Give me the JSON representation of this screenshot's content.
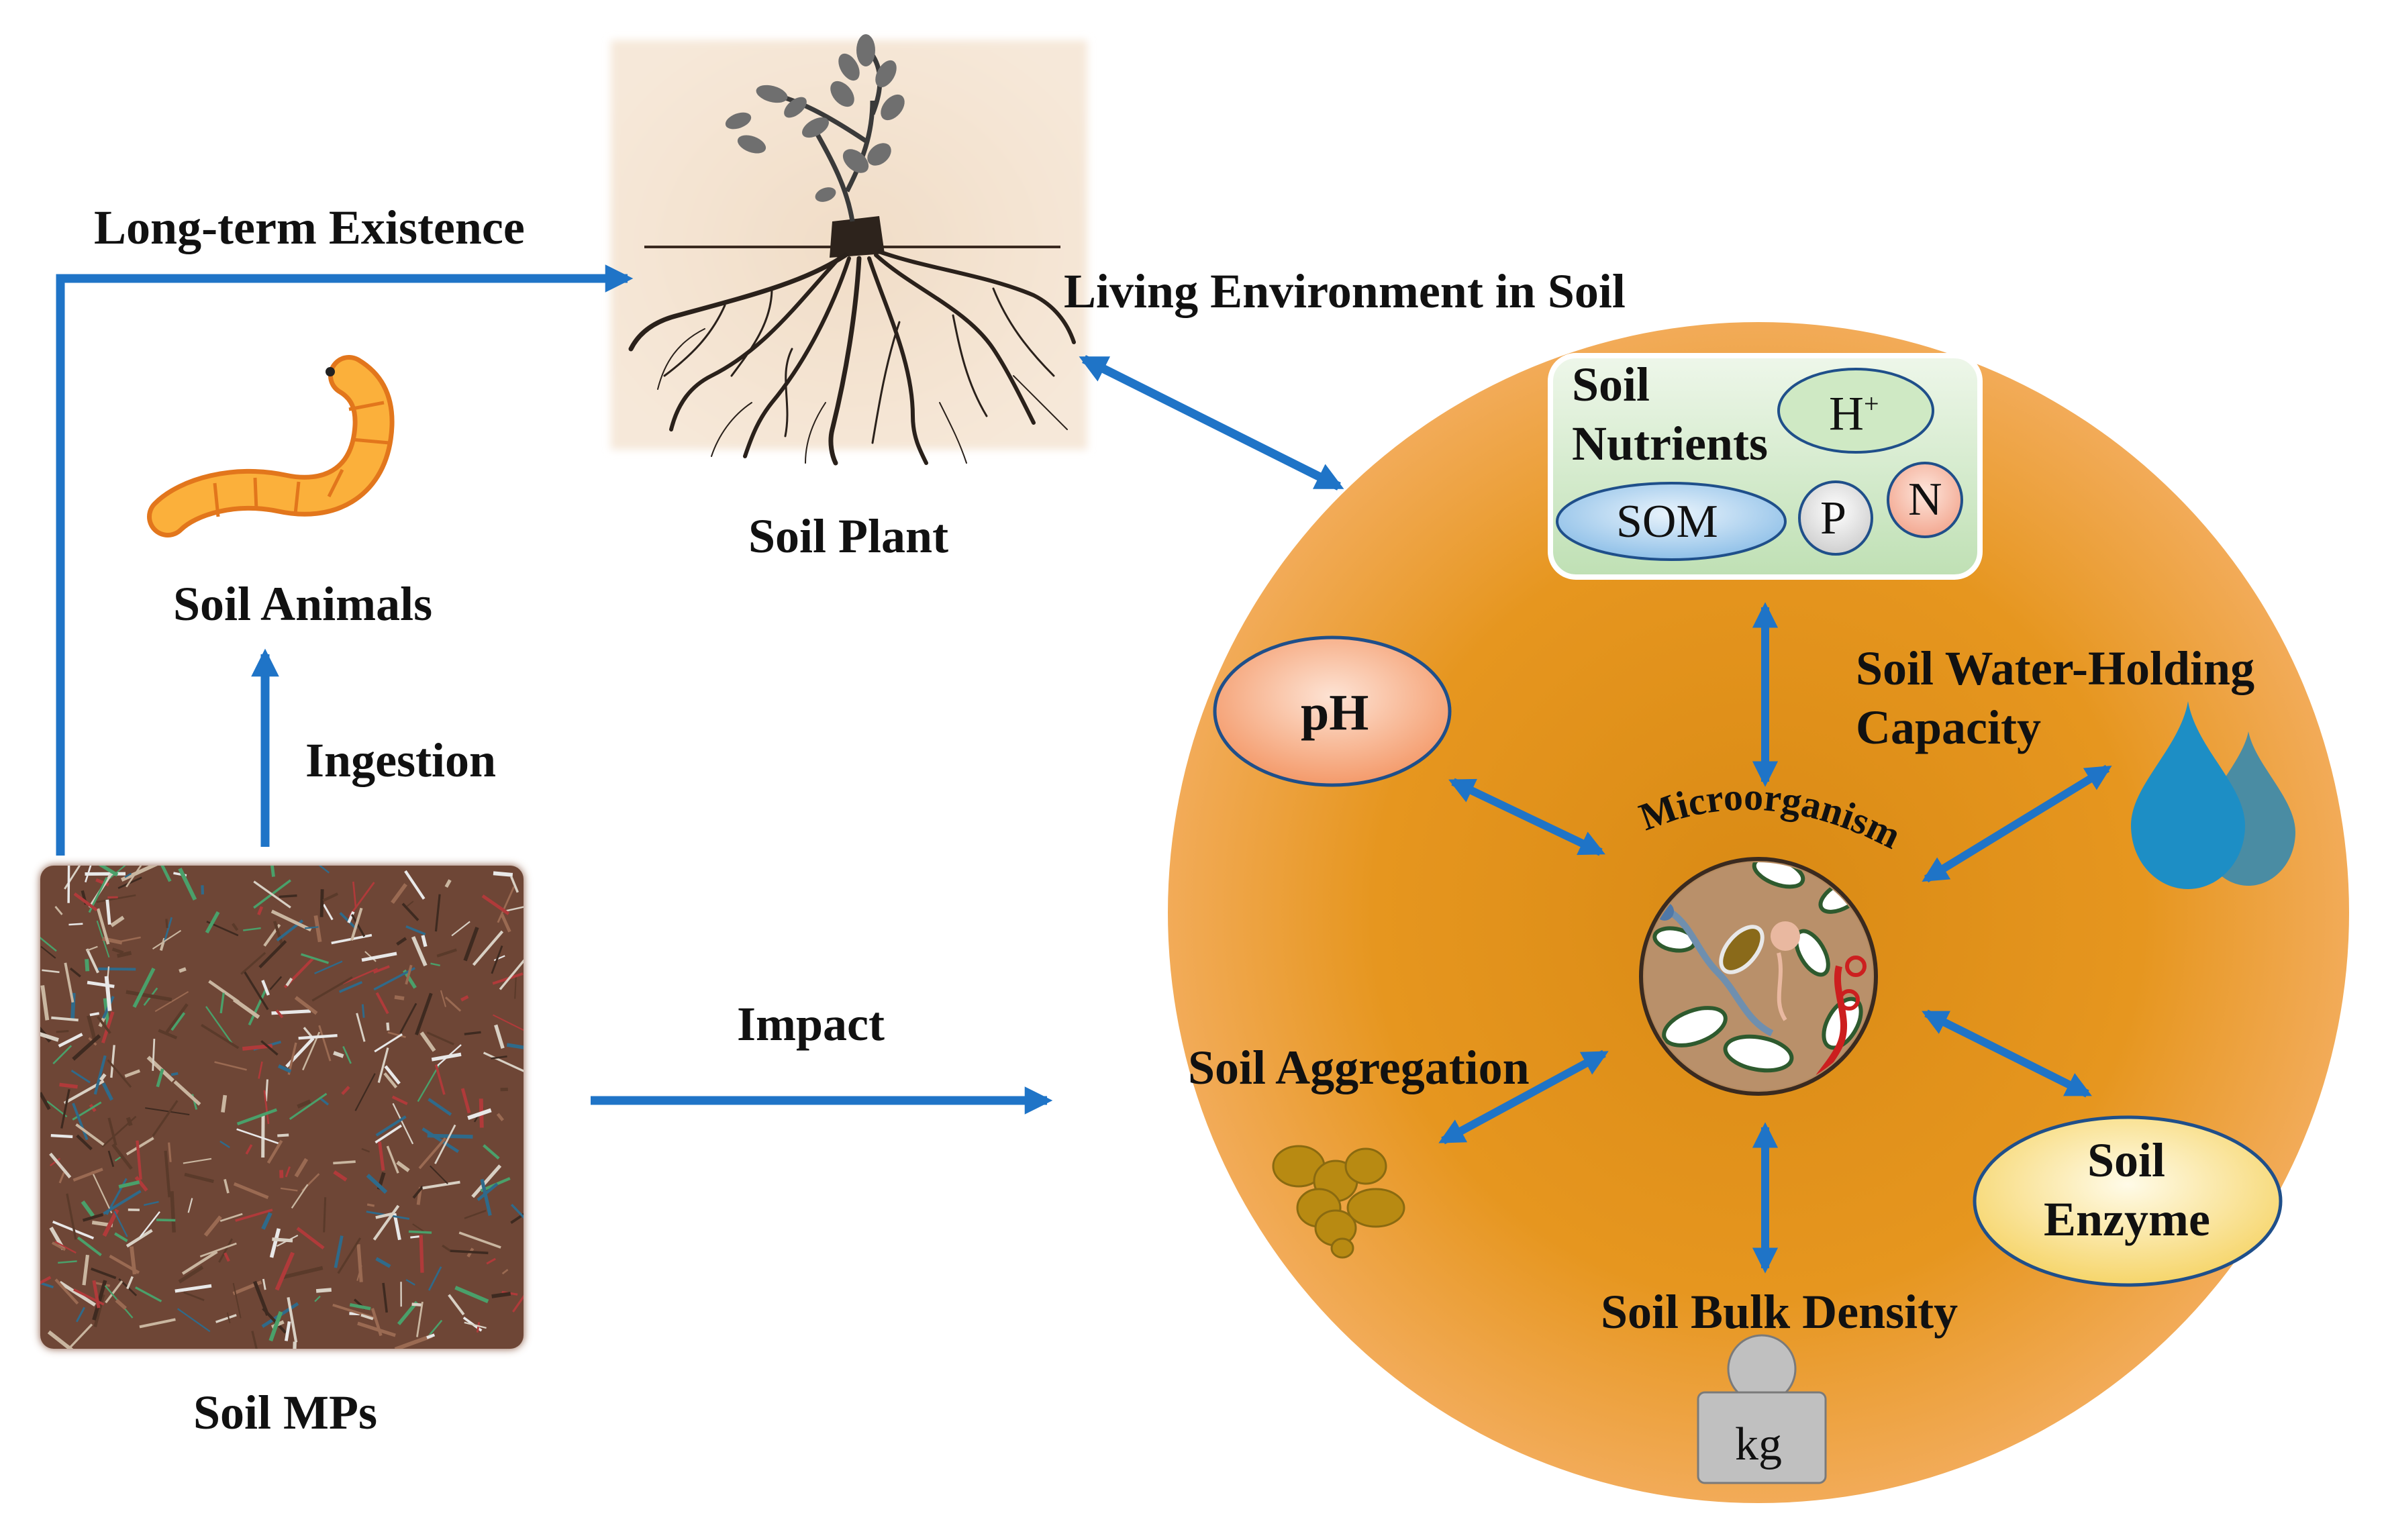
{
  "labels": {
    "long_term": "Long-term Existence",
    "soil_plant": "Soil Plant",
    "living_env": "Living Environment in Soil",
    "soil_animals": "Soil Animals",
    "ingestion": "Ingestion",
    "soil_mps": "Soil MPs",
    "impact": "Impact"
  },
  "circle": {
    "nutrients_line1": "Soil",
    "nutrients_line2": "Nutrients",
    "h_plus_base": "H",
    "h_plus_sup": "+",
    "som": "SOM",
    "p": "P",
    "n": "N",
    "ph": "pH",
    "water_line1": "Soil Water-Holding",
    "water_line2": "Capacity",
    "microorganism": "Microorganism",
    "aggregation": "Soil Aggregation",
    "enzyme_line1": "Soil",
    "enzyme_line2": "Enzyme",
    "bulk_density": "Soil Bulk Density",
    "kg": "kg"
  },
  "colors": {
    "arrow_blue": "#1f74c7",
    "circle_orange": "#f0a24c",
    "circle_center": "#e08d1c",
    "nutrients_box": "#d9ecd2",
    "ph_fill": "#f7b893",
    "enzyme_fill": "#fbe6a4",
    "som_fill": "#bcd9f2",
    "water_drop": "#1d8ec5"
  }
}
